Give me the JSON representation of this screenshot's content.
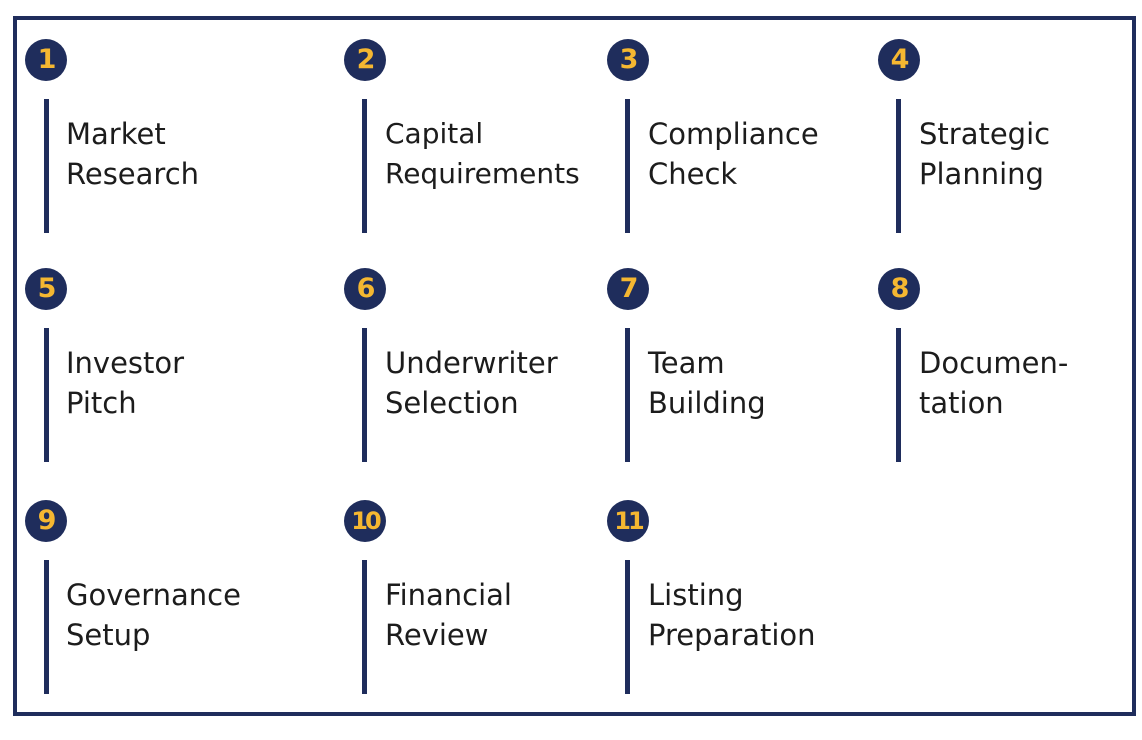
{
  "steps": [
    {
      "number": "1",
      "line1": "Market",
      "line2": "Research"
    },
    {
      "number": "2",
      "line1": "Capital",
      "line2": "Requirements"
    },
    {
      "number": "3",
      "line1": "Compliance",
      "line2": "Check"
    },
    {
      "number": "4",
      "line1": "Strategic",
      "line2": "Planning"
    },
    {
      "number": "5",
      "line1": "Investor",
      "line2": "Pitch"
    },
    {
      "number": "6",
      "line1": "Underwriter",
      "line2": "Selection"
    },
    {
      "number": "7",
      "line1": "Team",
      "line2": "Building"
    },
    {
      "number": "8",
      "line1": "Documen-",
      "line2": "tation"
    },
    {
      "number": "9",
      "line1": "Governance",
      "line2": "Setup"
    },
    {
      "number": "10",
      "line1": "Financial",
      "line2": "Review"
    },
    {
      "number": "11",
      "line1": "Listing",
      "line2": "Preparation"
    }
  ],
  "colors": {
    "navy": "#1f2d5c",
    "badge_text": "#f5b731",
    "label_text": "#1c1c1c"
  }
}
